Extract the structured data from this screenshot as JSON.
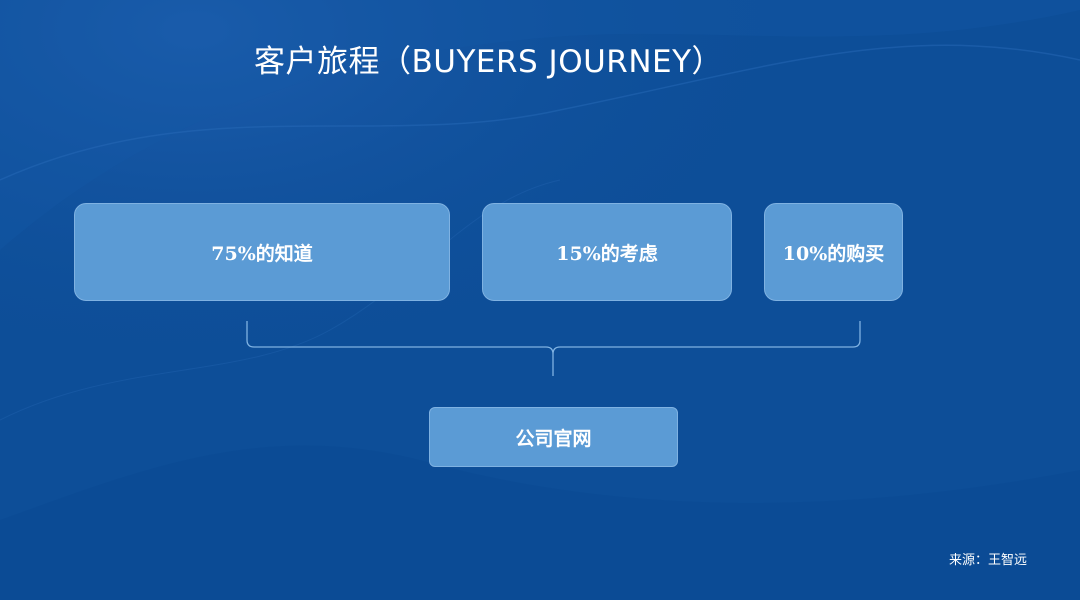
{
  "title": "客户旅程（BUYERS JOURNEY）",
  "stages": [
    {
      "label": "75%的知道"
    },
    {
      "label": "15%的考虑"
    },
    {
      "label": "10%的购买"
    }
  ],
  "target": {
    "label": "公司官网"
  },
  "source": {
    "label": "来源：王智远"
  },
  "colors": {
    "background": "#0d4e98",
    "box_fill": "#5b9bd5",
    "box_border": "#7fb2e2",
    "brace": "#7fb2e2",
    "text": "#ffffff"
  }
}
